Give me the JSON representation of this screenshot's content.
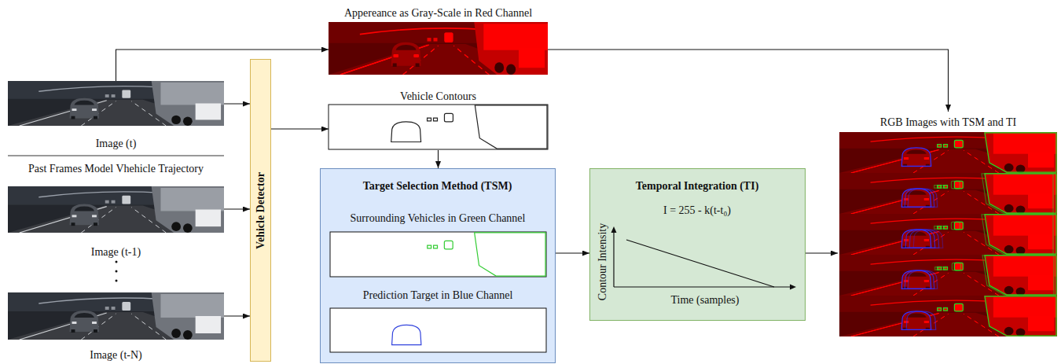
{
  "diagram": {
    "nodes": [
      {
        "text": [
          "Appereance as Gray-Scale in Red Channel"
        ]
      },
      {
        "text": [
          "Image (t)"
        ]
      },
      {
        "text": [
          "Image (t-1)"
        ]
      },
      {
        "text": [
          "Image (t-N)"
        ]
      },
      {
        "text": [
          "Vehicle Detector"
        ]
      },
      {
        "text": [
          "Vehicle Contours"
        ]
      },
      {
        "text": [
          "Target Selection Method (TSM)"
        ]
      },
      {
        "text": [
          "Surrounding Vehicles in Green Channel"
        ],
        "in": 6
      },
      {
        "text": [
          "Prediction Target in Blue Channel"
        ],
        "in": 6
      },
      {
        "text": [
          "Temporal Integration (TI)",
          "I = 255 - k(t-t₀)",
          "Contour Intensity",
          "Time (samples)"
        ]
      },
      {
        "text": [
          "RGB Images with TSM and TI"
        ]
      }
    ],
    "edges": [
      {
        "from": 1,
        "to": 0,
        "arrow": "to"
      },
      {
        "from": 1,
        "to": 4,
        "arrow": "to"
      },
      {
        "from": 2,
        "to": 4,
        "arrow": "to"
      },
      {
        "from": 3,
        "to": 4,
        "arrow": "to"
      },
      {
        "from": 4,
        "to": 5,
        "arrow": "to"
      },
      {
        "from": 5,
        "to": 6,
        "arrow": "to"
      },
      {
        "from": 6,
        "to": 9,
        "arrow": "to"
      },
      {
        "from": 9,
        "to": 10,
        "arrow": "to"
      },
      {
        "from": 0,
        "to": 10,
        "arrow": "to"
      }
    ],
    "labels": [
      "Past Frames Model Vhehicle Trajectory"
    ]
  }
}
